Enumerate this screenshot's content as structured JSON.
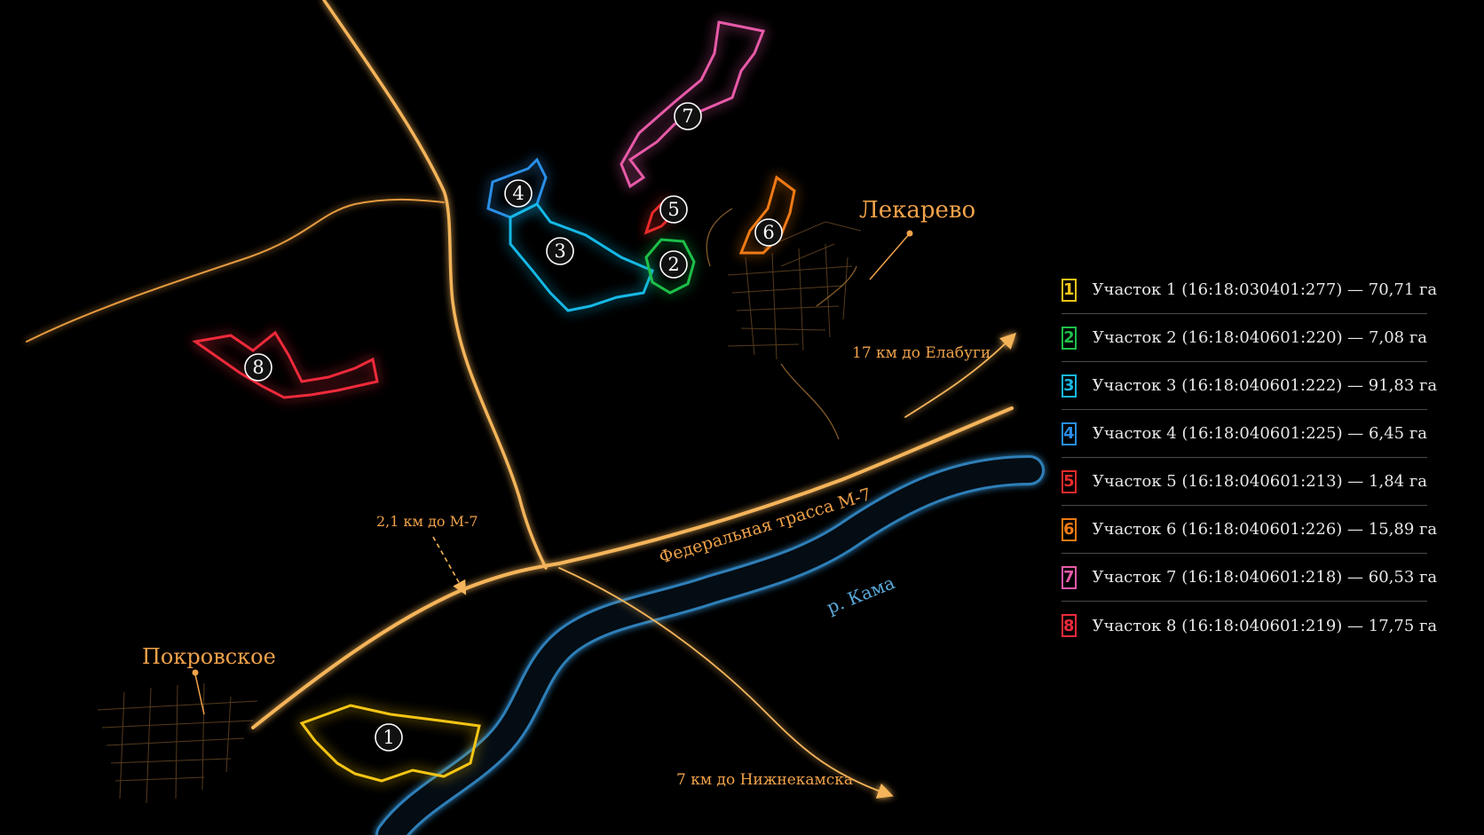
{
  "map": {
    "places": {
      "lekarevo": "Лекарево",
      "pokrovskoe": "Покровское"
    },
    "roads": {
      "highway": "Федеральная трасса М-7",
      "river": "р. Кама",
      "to_elabuga": "17 км до Елабуги",
      "to_nizhnekamsk": "7 км до Нижнекамска",
      "to_m7": "2,1 км до М-7"
    },
    "colors": {
      "road": "#f4b45a",
      "river": "#4aa3d8",
      "label": "#f0a24a"
    }
  },
  "plots": [
    {
      "num": "1",
      "label": "Участок 1 (16:18:030401:277) — 70,71 га",
      "color": "#f5c518"
    },
    {
      "num": "2",
      "label": "Участок 2 (16:18:040601:220) — 7,08 га",
      "color": "#1fbf4a"
    },
    {
      "num": "3",
      "label": "Участок 3 (16:18:040601:222) — 91,83 га",
      "color": "#18b8e6"
    },
    {
      "num": "4",
      "label": "Участок 4 (16:18:040601:225) — 6,45 га",
      "color": "#2a8ee6"
    },
    {
      "num": "5",
      "label": "Участок 5 (16:18:040601:213) — 1,84 га",
      "color": "#e82a2a"
    },
    {
      "num": "6",
      "label": "Участок 6 (16:18:040601:226) — 15,89 га",
      "color": "#f07a14"
    },
    {
      "num": "7",
      "label": "Участок 7 (16:18:040601:218) — 60,53 га",
      "color": "#e85aa8"
    },
    {
      "num": "8",
      "label": "Участок 8 (16:18:040601:219) — 17,75 га",
      "color": "#ee2a3a"
    }
  ]
}
